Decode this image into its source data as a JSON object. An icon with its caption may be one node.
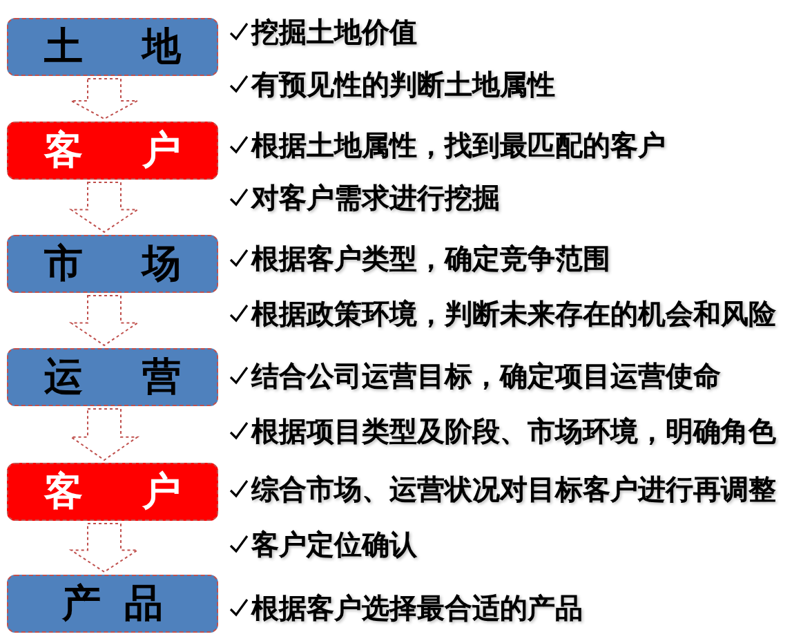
{
  "diagram": {
    "nodes": [
      {
        "text": [
          "土 地"
        ],
        "beside": [
          "挖掘土地价值",
          "有预见性的判断土地属性"
        ]
      },
      {
        "text": [
          "客 户"
        ],
        "beside": [
          "根据土地属性，找到最匹配的客户",
          "对客户需求进行挖掘"
        ]
      },
      {
        "text": [
          "市 场"
        ],
        "beside": [
          "根据客户类型，确定竞争范围",
          "根据政策环境，判断未来存在的机会和风险"
        ]
      },
      {
        "text": [
          "运 营"
        ],
        "beside": [
          "结合公司运营目标，确定项目运营使命",
          "根据项目类型及阶段、市场环境，明确角色"
        ]
      },
      {
        "text": [
          "客 户"
        ],
        "beside": [
          "综合市场、运营状况对目标客户进行再调整",
          "客户定位确认"
        ]
      },
      {
        "text": [
          "产品"
        ],
        "beside": [
          "根据客户选择最合适的产品"
        ]
      }
    ],
    "edges": [
      {
        "from": 0,
        "to": 1,
        "arrow": "to",
        "style": "dashed"
      },
      {
        "from": 1,
        "to": 2,
        "arrow": "to",
        "style": "dashed"
      },
      {
        "from": 2,
        "to": 3,
        "arrow": "to",
        "style": "dashed"
      },
      {
        "from": 3,
        "to": 4,
        "arrow": "to",
        "style": "dashed"
      },
      {
        "from": 4,
        "to": 5,
        "arrow": "to",
        "style": "dashed"
      }
    ]
  }
}
